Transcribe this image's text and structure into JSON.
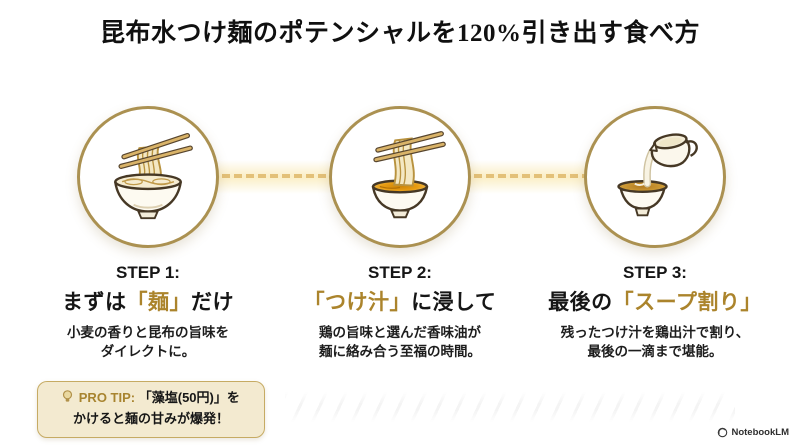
{
  "title": "昆布水つけ麺のポテンシャルを120%引き出す食べ方",
  "steps": [
    {
      "label": "STEP 1:",
      "heading_prefix": "まずは",
      "heading_gold": "「麺」",
      "heading_suffix": "だけ",
      "body_line1": "小麦の香りと昆布の旨味を",
      "body_line2": "ダイレクトに。",
      "icon": "noodle-lift-bowl-icon"
    },
    {
      "label": "STEP 2:",
      "heading_prefix": "",
      "heading_gold": "「つけ汁」",
      "heading_suffix": "に浸して",
      "body_line1": "鶏の旨味と選んだ香味油が",
      "body_line2": "麺に絡み合う至福の時間。",
      "icon": "noodle-dip-broth-icon"
    },
    {
      "label": "STEP 3:",
      "heading_prefix": "最後の",
      "heading_gold": "「スープ割り」",
      "heading_suffix": "",
      "body_line1": "残ったつけ汁を鶏出汁で割り、",
      "body_line2": "最後の一滴まで堪能。",
      "icon": "soup-pour-icon"
    }
  ],
  "pro_tip": {
    "label": "PRO TIP:",
    "text_line1": "「藻塩(50円)」を",
    "text_line2": "かけると麺の甘みが爆発！",
    "icon": "lightbulb-icon"
  },
  "footer": {
    "brand": "NotebookLM",
    "icon": "notebooklm-logo-icon"
  },
  "colors": {
    "gold_text": "#ab842c",
    "circle_border": "#ab9151",
    "dash_line": "#e3c078",
    "tip_background": "#f3ead0",
    "tip_border": "#c6ab63",
    "broth_orange": "#e89c12",
    "soup_brown": "#c9932f"
  }
}
